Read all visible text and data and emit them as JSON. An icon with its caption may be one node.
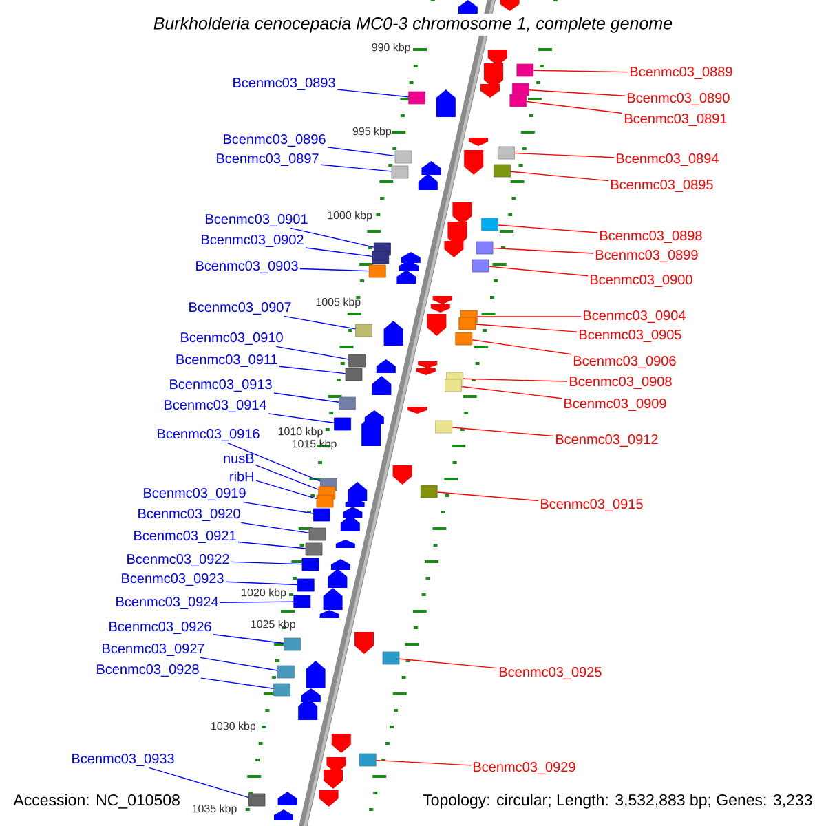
{
  "diagram": {
    "title": "Burkholderia cenocepacia MC0-3 chromosome 1, complete genome",
    "nodes": [
      {
        "text": [
          "Bcenmc03_0893"
        ]
      },
      {
        "text": [
          "Bcenmc03_0896"
        ]
      },
      {
        "text": [
          "Bcenmc03_0897"
        ]
      },
      {
        "text": [
          "Bcenmc03_0901"
        ]
      },
      {
        "text": [
          "Bcenmc03_0902"
        ]
      },
      {
        "text": [
          "Bcenmc03_0903"
        ]
      },
      {
        "text": [
          "Bcenmc03_0907"
        ]
      },
      {
        "text": [
          "Bcenmc03_0910"
        ]
      },
      {
        "text": [
          "Bcenmc03_0911"
        ]
      },
      {
        "text": [
          "Bcenmc03_0913"
        ]
      },
      {
        "text": [
          "Bcenmc03_0914"
        ]
      },
      {
        "text": [
          "Bcenmc03_0916"
        ]
      },
      {
        "text": [
          "nusB"
        ]
      },
      {
        "text": [
          "ribH"
        ]
      },
      {
        "text": [
          "Bcenmc03_0919"
        ]
      },
      {
        "text": [
          "Bcenmc03_0920"
        ]
      },
      {
        "text": [
          "Bcenmc03_0921"
        ]
      },
      {
        "text": [
          "Bcenmc03_0922"
        ]
      },
      {
        "text": [
          "Bcenmc03_0923"
        ]
      },
      {
        "text": [
          "Bcenmc03_0924"
        ]
      },
      {
        "text": [
          "Bcenmc03_0926"
        ]
      },
      {
        "text": [
          "Bcenmc03_0927"
        ]
      },
      {
        "text": [
          "Bcenmc03_0928"
        ]
      },
      {
        "text": [
          "Bcenmc03_0933"
        ]
      },
      {
        "text": [
          "Bcenmc03_0889"
        ]
      },
      {
        "text": [
          "Bcenmc03_0890"
        ]
      },
      {
        "text": [
          "Bcenmc03_0891"
        ]
      },
      {
        "text": [
          "Bcenmc03_0894"
        ]
      },
      {
        "text": [
          "Bcenmc03_0895"
        ]
      },
      {
        "text": [
          "Bcenmc03_0898"
        ]
      },
      {
        "text": [
          "Bcenmc03_0899"
        ]
      },
      {
        "text": [
          "Bcenmc03_0900"
        ]
      },
      {
        "text": [
          "Bcenmc03_0904"
        ]
      },
      {
        "text": [
          "Bcenmc03_0905"
        ]
      },
      {
        "text": [
          "Bcenmc03_0906"
        ]
      },
      {
        "text": [
          "Bcenmc03_0908"
        ]
      },
      {
        "text": [
          "Bcenmc03_0909"
        ]
      },
      {
        "text": [
          "Bcenmc03_0912"
        ]
      },
      {
        "text": [
          "Bcenmc03_0915"
        ]
      },
      {
        "text": [
          "Bcenmc03_0925"
        ]
      },
      {
        "text": [
          "Bcenmc03_0929"
        ]
      },
      {
        "text": [],
        "shape": "box"
      },
      {
        "text": [],
        "shape": "box"
      },
      {
        "text": [],
        "shape": "box"
      },
      {
        "text": [],
        "shape": "box"
      },
      {
        "text": [],
        "shape": "box"
      },
      {
        "text": [],
        "shape": "box"
      },
      {
        "text": [],
        "shape": "box"
      },
      {
        "text": [],
        "shape": "box"
      },
      {
        "text": [],
        "shape": "box"
      },
      {
        "text": [],
        "shape": "box"
      },
      {
        "text": [],
        "shape": "box"
      },
      {
        "text": [],
        "shape": "box"
      },
      {
        "text": [],
        "shape": "box"
      },
      {
        "text": [],
        "shape": "box"
      },
      {
        "text": [],
        "shape": "box"
      },
      {
        "text": [],
        "shape": "box"
      },
      {
        "text": [],
        "shape": "box"
      },
      {
        "text": [],
        "shape": "box"
      },
      {
        "text": [],
        "shape": "box"
      },
      {
        "text": [],
        "shape": "box"
      },
      {
        "text": [],
        "shape": "box"
      },
      {
        "text": [],
        "shape": "box"
      },
      {
        "text": [],
        "shape": "box"
      },
      {
        "text": [],
        "shape": "box"
      },
      {
        "text": [],
        "shape": "box"
      },
      {
        "text": [],
        "shape": "box"
      },
      {
        "text": [],
        "shape": "box"
      },
      {
        "text": [],
        "shape": "box"
      },
      {
        "text": [],
        "shape": "box"
      },
      {
        "text": [],
        "shape": "box"
      },
      {
        "text": [],
        "shape": "box"
      },
      {
        "text": [],
        "shape": "box"
      },
      {
        "text": [],
        "shape": "box"
      },
      {
        "text": [],
        "shape": "box"
      },
      {
        "text": [],
        "shape": "box"
      },
      {
        "text": [],
        "shape": "box"
      },
      {
        "text": [],
        "shape": "box"
      },
      {
        "text": [],
        "shape": "box"
      },
      {
        "text": [],
        "shape": "box"
      },
      {
        "text": [],
        "shape": "box"
      },
      {
        "text": [],
        "shape": "box"
      }
    ],
    "edges": [
      {
        "from": 0,
        "to": 41,
        "arrow": "none"
      },
      {
        "from": 1,
        "to": 42,
        "arrow": "none"
      },
      {
        "from": 2,
        "to": 43,
        "arrow": "none"
      },
      {
        "from": 3,
        "to": 44,
        "arrow": "none"
      },
      {
        "from": 4,
        "to": 45,
        "arrow": "none"
      },
      {
        "from": 5,
        "to": 46,
        "arrow": "none"
      },
      {
        "from": 6,
        "to": 47,
        "arrow": "none"
      },
      {
        "from": 7,
        "to": 48,
        "arrow": "none"
      },
      {
        "from": 8,
        "to": 49,
        "arrow": "none"
      },
      {
        "from": 9,
        "to": 50,
        "arrow": "none"
      },
      {
        "from": 10,
        "to": 51,
        "arrow": "none"
      },
      {
        "from": 11,
        "to": 52,
        "arrow": "none"
      },
      {
        "from": 12,
        "to": 53,
        "arrow": "none"
      },
      {
        "from": 13,
        "to": 54,
        "arrow": "none"
      },
      {
        "from": 14,
        "to": 55,
        "arrow": "none"
      },
      {
        "from": 15,
        "to": 56,
        "arrow": "none"
      },
      {
        "from": 16,
        "to": 57,
        "arrow": "none"
      },
      {
        "from": 17,
        "to": 58,
        "arrow": "none"
      },
      {
        "from": 18,
        "to": 59,
        "arrow": "none"
      },
      {
        "from": 19,
        "to": 60,
        "arrow": "none"
      },
      {
        "from": 20,
        "to": 61,
        "arrow": "none"
      },
      {
        "from": 21,
        "to": 62,
        "arrow": "none"
      },
      {
        "from": 22,
        "to": 63,
        "arrow": "none"
      },
      {
        "from": 23,
        "to": 64,
        "arrow": "none"
      },
      {
        "from": 24,
        "to": 65,
        "arrow": "none",
        "color": "#ff0000"
      },
      {
        "from": 25,
        "to": 66,
        "arrow": "none",
        "color": "#ff0000"
      },
      {
        "from": 26,
        "to": 67,
        "arrow": "none",
        "color": "#ff0000"
      },
      {
        "from": 27,
        "to": 68,
        "arrow": "none",
        "color": "#ff0000"
      },
      {
        "from": 28,
        "to": 69,
        "arrow": "none",
        "color": "#ff0000"
      },
      {
        "from": 29,
        "to": 70,
        "arrow": "none",
        "color": "#ff0000"
      },
      {
        "from": 30,
        "to": 71,
        "arrow": "none",
        "color": "#ff0000"
      },
      {
        "from": 31,
        "to": 72,
        "arrow": "none",
        "color": "#ff0000"
      },
      {
        "from": 32,
        "to": 73,
        "arrow": "none",
        "color": "#ff0000"
      },
      {
        "from": 33,
        "to": 74,
        "arrow": "none",
        "color": "#ff0000"
      },
      {
        "from": 34,
        "to": 75,
        "arrow": "none",
        "color": "#ff0000"
      },
      {
        "from": 35,
        "to": 76,
        "arrow": "none",
        "color": "#ff0000"
      },
      {
        "from": 36,
        "to": 77,
        "arrow": "none",
        "color": "#ff0000"
      },
      {
        "from": 37,
        "to": 78,
        "arrow": "none",
        "color": "#ff0000"
      },
      {
        "from": 38,
        "to": 79,
        "arrow": "none",
        "color": "#ff0000"
      },
      {
        "from": 39,
        "to": 80,
        "arrow": "none",
        "color": "#ff0000"
      },
      {
        "from": 40,
        "to": 81,
        "arrow": "none",
        "color": "#ff0000"
      }
    ],
    "labels": [
      "990 kbp",
      "995 kbp",
      "1000 kbp",
      "1005 kbp",
      "1010 kbp",
      "1015 kbp",
      "1020 kbp",
      "1025 kbp",
      "1030 kbp",
      "1035 kbp",
      "Accession: NC_010508",
      "Topology: circular; Length: 3,532,883 bp; Genes: 3,233"
    ]
  }
}
